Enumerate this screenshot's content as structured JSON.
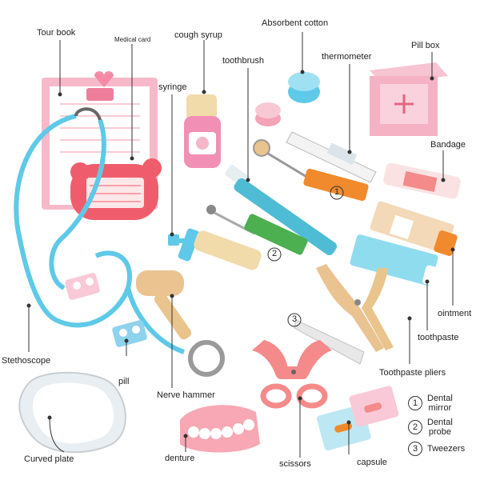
{
  "labels": {
    "tour_book": "Tour book",
    "medical_card": "Medical card",
    "cough_syrup": "cough syrup",
    "absorbent_cotton": "Absorbent cotton",
    "pill_box": "Pill box",
    "toothbrush": "toothbrush",
    "thermometer": "thermometer",
    "syringe": "syringe",
    "bandage": "Bandage",
    "ointment": "ointment",
    "toothpaste": "toothpaste",
    "toothpaste_pliers": "Toothpaste pliers",
    "stethoscope": "Stethoscope",
    "pill": "pill",
    "nerve_hammer": "Nerve hammer",
    "curved_plate": "Curved plate",
    "denture": "denture",
    "scissors": "scissors",
    "capsule": "capsule"
  },
  "markers": {
    "one": "1",
    "two": "2",
    "three": "3"
  },
  "legend": [
    {
      "num": "1",
      "line1": "Dental",
      "line2": "mirror"
    },
    {
      "num": "2",
      "line1": "Dental",
      "line2": "probe"
    },
    {
      "num": "3",
      "line1": "Tweezers",
      "line2": ""
    }
  ],
  "colors": {
    "pink": "#f7b9c9",
    "cyan": "#5ec9e8",
    "wood": "#e9c48d",
    "orange": "#f08a2c",
    "green": "#4caf50",
    "salmon": "#f48a8a"
  }
}
